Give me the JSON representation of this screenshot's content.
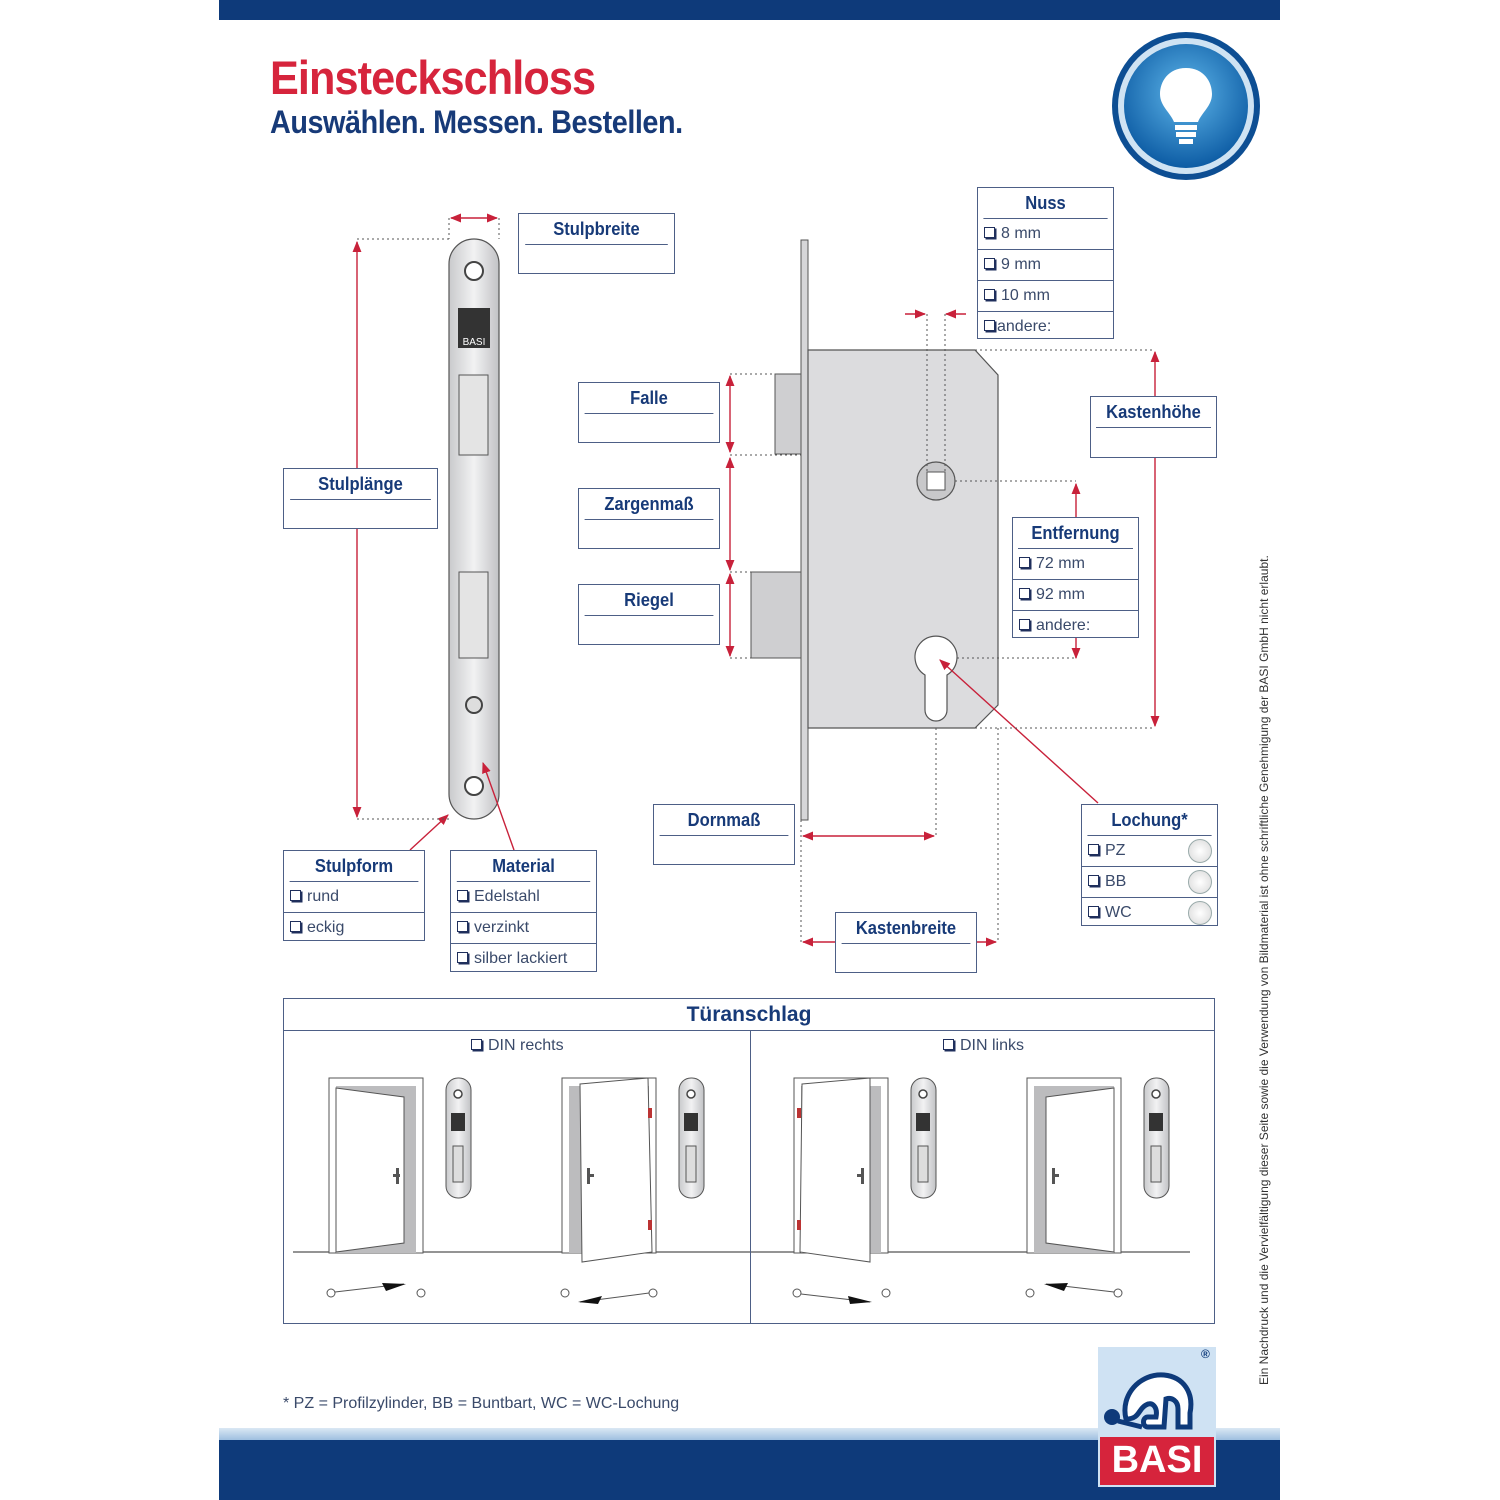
{
  "header": {
    "title": "Einsteckschloss",
    "subtitle": "Auswählen. Messen. Bestellen."
  },
  "labels": {
    "stulpbreite": "Stulpbreite",
    "stulplaenge": "Stulplänge",
    "falle": "Falle",
    "zargenmass": "Zargenmaß",
    "riegel": "Riegel",
    "kastenhoehe": "Kastenhöhe",
    "dornmass": "Dornmaß",
    "kastenbreite": "Kastenbreite",
    "stulp_basi": "BASI"
  },
  "nuss": {
    "title": "Nuss",
    "options": [
      "8 mm",
      "9 mm",
      "10 mm",
      "andere:"
    ]
  },
  "entfernung": {
    "title": "Entfernung",
    "options": [
      "72 mm",
      "92 mm",
      "andere:"
    ]
  },
  "lochung": {
    "title": "Lochung*",
    "options": [
      "PZ",
      "BB",
      "WC"
    ]
  },
  "stulpform": {
    "title": "Stulpform",
    "options": [
      "rund",
      "eckig"
    ]
  },
  "material": {
    "title": "Material",
    "options": [
      "Edelstahl",
      "verzinkt",
      "silber lackiert"
    ]
  },
  "tueranschlag": {
    "title": "Türanschlag",
    "din_rechts": "DIN rechts",
    "din_links": "DIN links"
  },
  "footnote": "*   PZ = Profilzylinder, BB = Buntbart, WC = WC-Lochung",
  "copyright": "Ein Nachdruck und die Vervielfältigung dieser Seite sowie die Verwendung von Bildmaterial ist ohne schriftliche Genehmigung der BASI GmbH nicht erlaubt.",
  "brand": {
    "name": "BASI",
    "registered": "®"
  },
  "colors": {
    "navy": "#0e3a7a",
    "red": "#d6243c",
    "text": "#173a78",
    "dim": "#c8213a"
  }
}
